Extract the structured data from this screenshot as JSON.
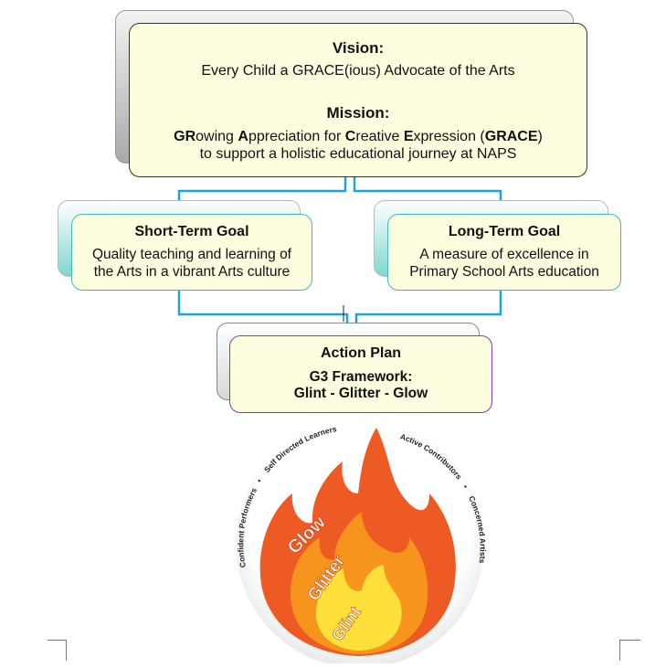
{
  "vision": {
    "heading": "Vision:",
    "text": "Every Child a GRACE(ious) Advocate of the Arts"
  },
  "mission": {
    "heading": "Mission:",
    "line1": [
      {
        "t": "GR",
        "b": true
      },
      {
        "t": "owing ",
        "b": false
      },
      {
        "t": "A",
        "b": true
      },
      {
        "t": "ppreciation for ",
        "b": false
      },
      {
        "t": "C",
        "b": true
      },
      {
        "t": "reative ",
        "b": false
      },
      {
        "t": "E",
        "b": true
      },
      {
        "t": "xpression (",
        "b": false
      },
      {
        "t": "GRACE",
        "b": true
      },
      {
        "t": ")",
        "b": false
      }
    ],
    "line2": "to support a holistic educational journey at NAPS"
  },
  "short_term": {
    "heading": "Short-Term Goal",
    "line1": "Quality teaching and learning of",
    "line2": "the Arts in a vibrant Arts culture"
  },
  "long_term": {
    "heading": "Long-Term Goal",
    "line1": "A measure of excellence in",
    "line2": "Primary School Arts education"
  },
  "action_plan": {
    "heading": "Action Plan",
    "line1": "G3 Framework:",
    "line2": "Glint - Glitter - Glow"
  },
  "flame": {
    "glow": "Glow",
    "glitter": "Glitter",
    "glint": "Glint",
    "ring_labels": {
      "confident": "Confident Performers",
      "self_directed": "Self Directed Learners",
      "active": "Active Contributors",
      "concerned": "Concerned Artists"
    }
  },
  "colors": {
    "card_fill": "#fdfde0",
    "connector": "#1fa3dc",
    "teal_border": "#48b7b2",
    "purple_border": "#8a3f98",
    "flame_outer": "#ee5a24",
    "flame_mid": "#f7941d",
    "flame_inner": "#ffe03a"
  }
}
